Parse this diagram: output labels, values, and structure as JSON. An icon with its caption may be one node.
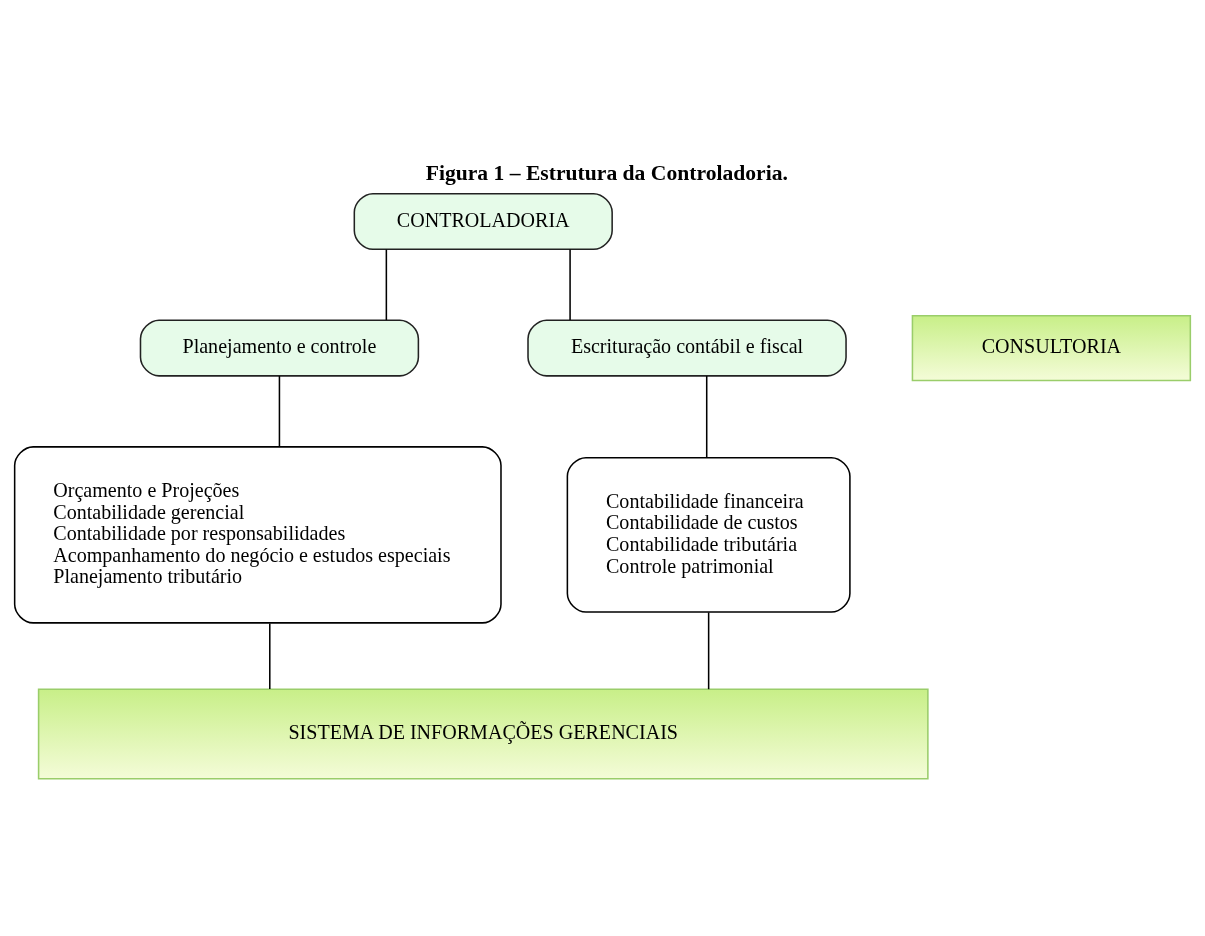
{
  "diagram": {
    "title": "Figura 1 – Estrutura da Controladoria.",
    "nodes": [
      {
        "text": [
          "CONTROLADORIA"
        ]
      },
      {
        "text": [
          "Planejamento e controle"
        ]
      },
      {
        "text": [
          "Escrituração contábil e fiscal"
        ]
      },
      {
        "text": [
          "CONSULTORIA"
        ]
      },
      {
        "text": [
          "Orçamento e Projeções",
          "Contabilidade gerencial",
          "Contabilidade por responsabilidades",
          "Acompanhamento do negócio e estudos especiais",
          "Planejamento tributário"
        ]
      },
      {
        "text": [
          "Contabilidade financeira",
          "Contabilidade de custos",
          "Contabilidade tributária",
          "Controle patrimonial"
        ]
      },
      {
        "text": [
          "SISTEMA DE INFORMAÇÕES GERENCIAIS"
        ]
      }
    ],
    "edges": [
      {
        "from": 0,
        "to": 1,
        "arrow": "none"
      },
      {
        "from": 0,
        "to": 2,
        "arrow": "none"
      },
      {
        "from": 1,
        "to": 4,
        "arrow": "none"
      },
      {
        "from": 2,
        "to": 5,
        "arrow": "none"
      },
      {
        "from": 4,
        "to": 6,
        "arrow": "none"
      },
      {
        "from": 5,
        "to": 6,
        "arrow": "none"
      }
    ]
  }
}
